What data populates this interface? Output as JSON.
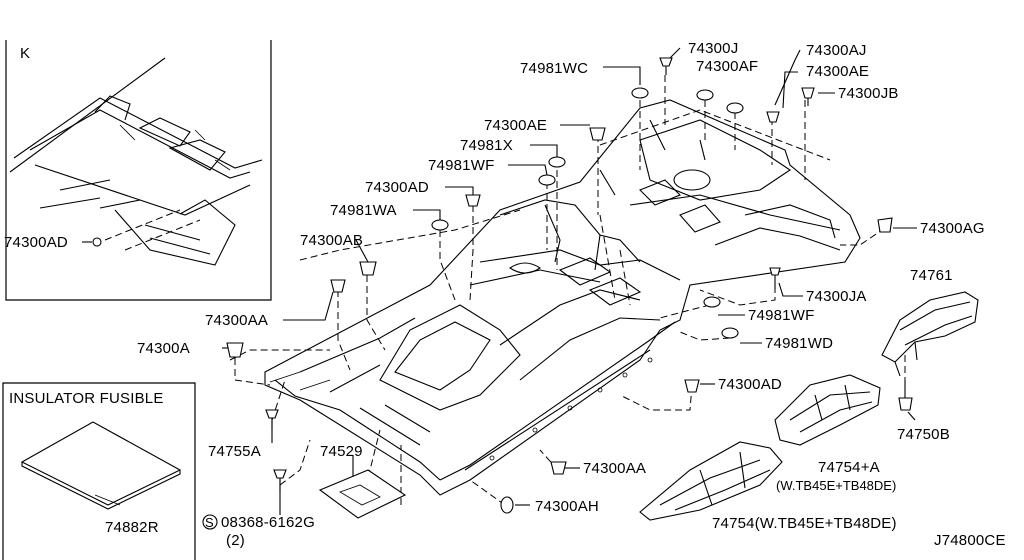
{
  "inset_k": {
    "label": "K",
    "part_label": "74300AD"
  },
  "insulator": {
    "title": "INSULATOR FUSIBLE",
    "part_label": "74882R"
  },
  "drawing_code": "J74800CE",
  "callouts": {
    "p74981WC": "74981WC",
    "p74300J": "74300J",
    "p74300AF": "74300AF",
    "p74300AJ": "74300AJ",
    "p74300AE_top": "74300AE",
    "p74300JB": "74300JB",
    "p74300AE_mid": "74300AE",
    "p74981X": "74981X",
    "p74981WF_top": "74981WF",
    "p74300AD": "74300AD",
    "p74981WA": "74981WA",
    "p74300AG": "74300AG",
    "p74300AB": "74300AB",
    "p74761": "74761",
    "p74300JA": "74300JA",
    "p74300AA_left": "74300AA",
    "p74981WF_right": "74981WF",
    "p74981WD": "74981WD",
    "p74300A": "74300A",
    "p74300AD_right": "74300AD",
    "p74750B": "74750B",
    "p74755A": "74755A",
    "p74529": "74529",
    "p74300AA_bottom": "74300AA",
    "p74754A": "74754+A",
    "p74754A_note": "(W.TB45E+TB48DE)",
    "p08368": "08368-6162G",
    "p08368_qty": "(2)",
    "p74300AH": "74300AH",
    "p74754": "74754(W.TB45E+TB48DE)"
  }
}
